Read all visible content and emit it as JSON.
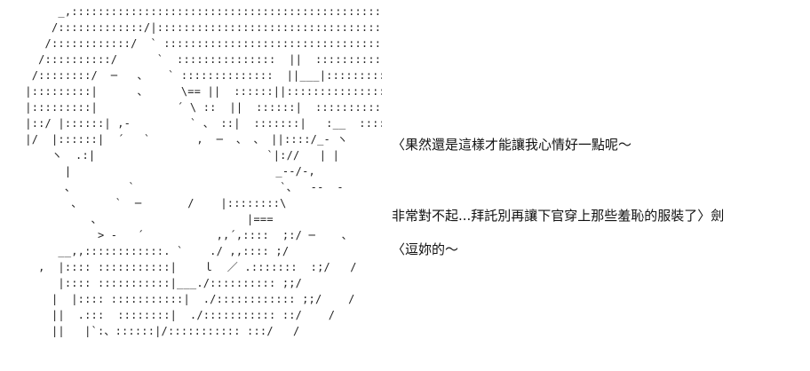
{
  "art": {
    "lines": [
      "        _,::::::::::::::::::::::::::::::::::::::::::::::::::::::::::::::::::::..",
      "       /:::::::::::::/|::::::::::::::::::::::::::::::::::::::::::::::::::::::\\",
      "      /::::::::::::/  ` ::::::::::::::::::::::::::::::::::::::::::::::::::::\\",
      "     /::::::::::/      `  :::::::::::::::  ||  ::::::::::::::::::::::::::::::::\\",
      "    /::::::::/  ─   、   ` ::::::::::::::  ||___|::::::::::::::::::::::::::::::::\\",
      "   |:::::::::|      、     \\== ||  ::::::||:::::::::::::::::::|\\ :::::",
      "   |:::::::::|            ´ \\ ::  ||  ::::::|  ::::::::::::::::/    \\  |",
      "   |::/ |::::::| ,-         ` 、 ::|  :::::::|   :__  :::::/",
      "   |/  |::::::|  ´   `       ,  ─  、 、 ||::::/_‐ ヽ",
      "       ヽ  .:|                          `|://   | |",
      "         |                               _-‐/‐,",
      "         、        `                      `、  ‐-  ‐",
      "          、     `  ─       /    |::::::::\\",
      "             、                      |===",
      "              > -   ´           ,,´,::::  ;:/ ─    、",
      "        __,,::::::::::::. `    ./ ,,:::: ;/",
      "     ,  |:::: :::::::::::|    ｌ  ／ .:::::::  :;/   /",
      "        |:::: :::::::::::|___./:::::::::: ;;/",
      "       |  |:::: :::::::::::|  ./:::::::::::: ;;/    /",
      "       ||  .:::  ::::::::|  ./::::::::::: ::/    /",
      "       ||   |`:、::::::|/::::::::::: :::/   /"
    ]
  },
  "dialogue": {
    "line1": "〈果然還是這樣才能讓我心情好一點呢～",
    "line2": "非常對不起...拜託別再讓下官穿上那些羞恥的服裝了〉劍",
    "line3": "〈逗妳的～"
  }
}
